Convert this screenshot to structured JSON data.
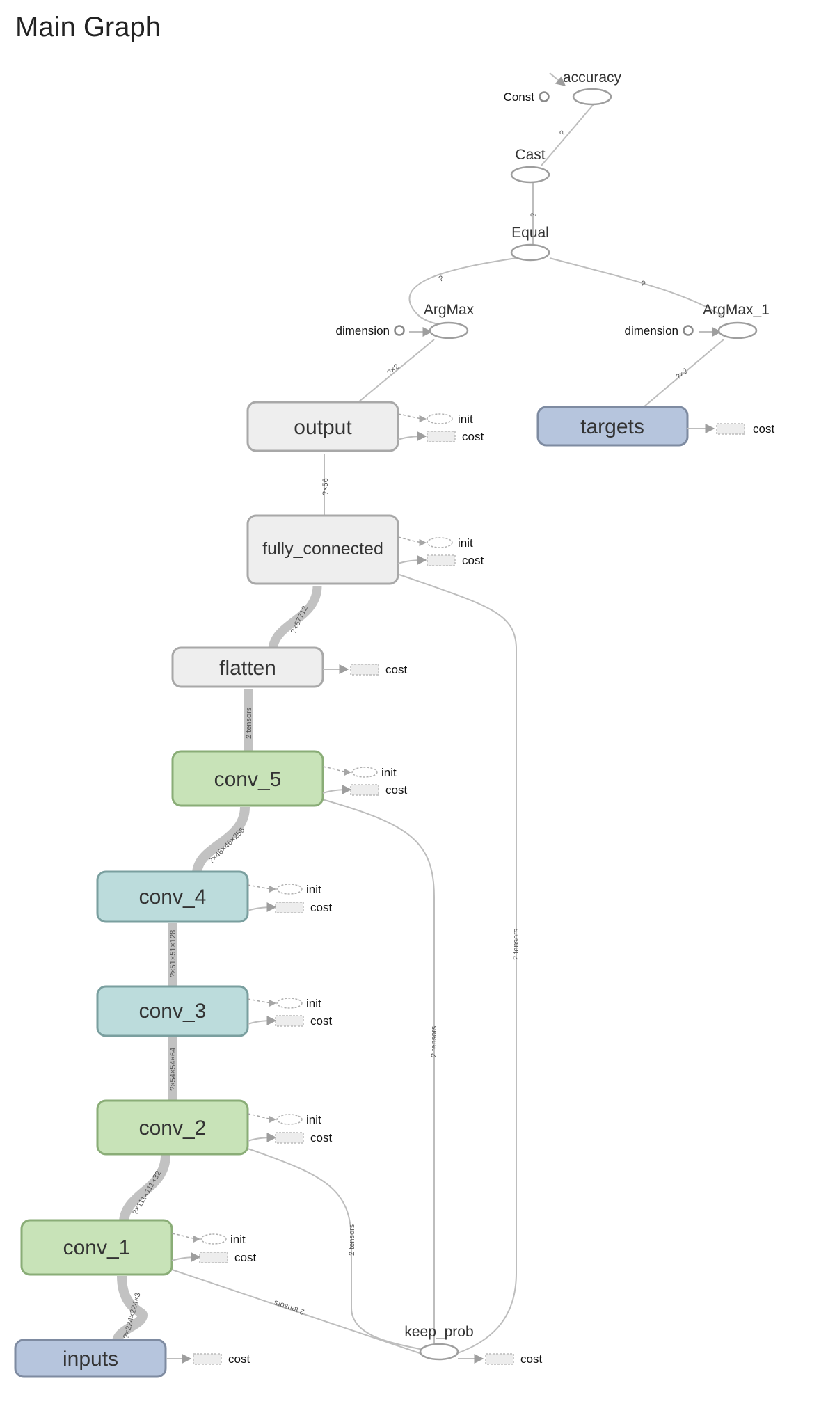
{
  "title": "Main Graph",
  "colors": {
    "gray_fill": "#eeeeee",
    "gray_stroke": "#a8a8a8",
    "green_fill": "#c8e3b8",
    "green_stroke": "#8aad77",
    "teal_fill": "#bcdcdc",
    "teal_stroke": "#7a9f9f",
    "blue_fill": "#b6c5dd",
    "blue_stroke": "#7e8ba1"
  },
  "op_nodes": {
    "accuracy": "accuracy",
    "const": "Const",
    "cast": "Cast",
    "equal": "Equal",
    "argmax": "ArgMax",
    "argmax_1": "ArgMax_1",
    "dimension_a": "dimension",
    "dimension_b": "dimension",
    "keep_prob": "keep_prob"
  },
  "layers": {
    "output": "output",
    "targets": "targets",
    "fully_connected": "fully_connected",
    "flatten": "flatten",
    "conv_5": "conv_5",
    "conv_4": "conv_4",
    "conv_3": "conv_3",
    "conv_2": "conv_2",
    "conv_1": "conv_1",
    "inputs": "inputs"
  },
  "side_labels": {
    "init": "init",
    "cost": "cost"
  },
  "edge_labels": {
    "acc_cast": "?",
    "cast_equal": "?",
    "equal_argmax": "?",
    "equal_argmax1": "?",
    "argmax_output": "?×2",
    "argmax1_targets": "?×2",
    "output_fc": "?×56",
    "fc_flatten": "?×67712",
    "flatten_conv5": "2 tensors",
    "conv5_conv4": "?×46×46×256",
    "conv4_conv3": "?×51×51×128",
    "conv3_conv2": "?×54×54×64",
    "conv2_conv1": "?×111×111×32",
    "conv1_inputs": "?×224×224×3",
    "fc_keep": "2 tensors",
    "conv5_keep": "2 tensors",
    "conv2_keep": "2 tensors",
    "conv1_keep": "2 tensors"
  }
}
